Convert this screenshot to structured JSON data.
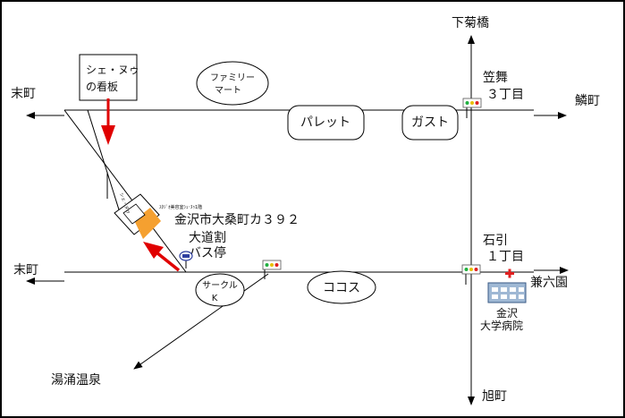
{
  "places": {
    "suemachi_top": "末町",
    "suemachi_bottom": "末町",
    "shimokikuhashi": "下菊橋",
    "kasamai_line1": "笠舞",
    "kasamai_line2": "３丁目",
    "uromachi": "鱗町",
    "ishibiki_line1": "石引",
    "ishibiki_line2": "１丁目",
    "kenrokuen": "兼六園",
    "asahimachi": "旭町",
    "yuwaku_onsen": "湯涌温泉"
  },
  "sign_box": {
    "line1": "シェ・ヌゥ",
    "line2": "の看板"
  },
  "shops": {
    "familymart_line1": "ファミリー",
    "familymart_line2": "マート",
    "palette": "パレット",
    "gusto": "ガスト",
    "cocos": "ココス",
    "circlek_line1": "サークル",
    "circlek_line2": "K"
  },
  "building_labels": {
    "small": "シェ・ヌゥ",
    "tiny": "ｽﾀｼﾞｵ美容室ｼｪ･ﾇｩ1階"
  },
  "address": "金沢市大桑町カ３９２",
  "bus_stop": {
    "line1": "大道割",
    "line2": "バス停"
  },
  "hospital": {
    "line1": "金沢",
    "line2": "大学病院"
  },
  "colors": {
    "arrow": "#e00000",
    "building": "#f5a030",
    "road": "#000000"
  }
}
